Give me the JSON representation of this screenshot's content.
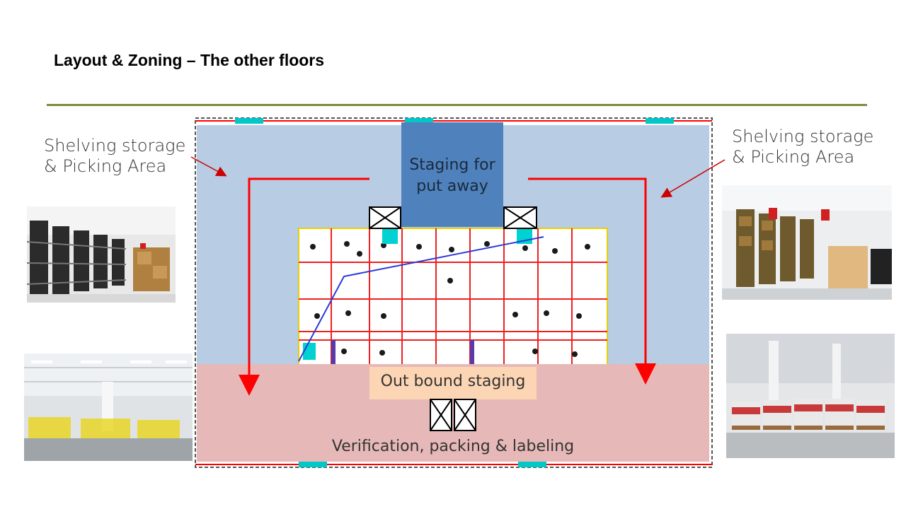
{
  "slide": {
    "title": "Layout & Zoning – The other floors"
  },
  "labels": {
    "shelving_left": "Shelving storage\n& Picking Area",
    "shelving_right": "Shelving storage\n& Picking Area",
    "staging_put_away": "Staging for put away",
    "outbound_staging": "Out bound staging",
    "verification": "Verification, packing & labeling"
  },
  "colors": {
    "title_rule": "#7a8c3c",
    "storage_zone": "#b8cce4",
    "put_away_zone": "#4f81bd",
    "outbound_zone": "#e6b9b8",
    "outbound_label_bg": "#fcd5b4",
    "flow_arrow": "#ff0000",
    "pointer_arrow": "#cc0000"
  }
}
